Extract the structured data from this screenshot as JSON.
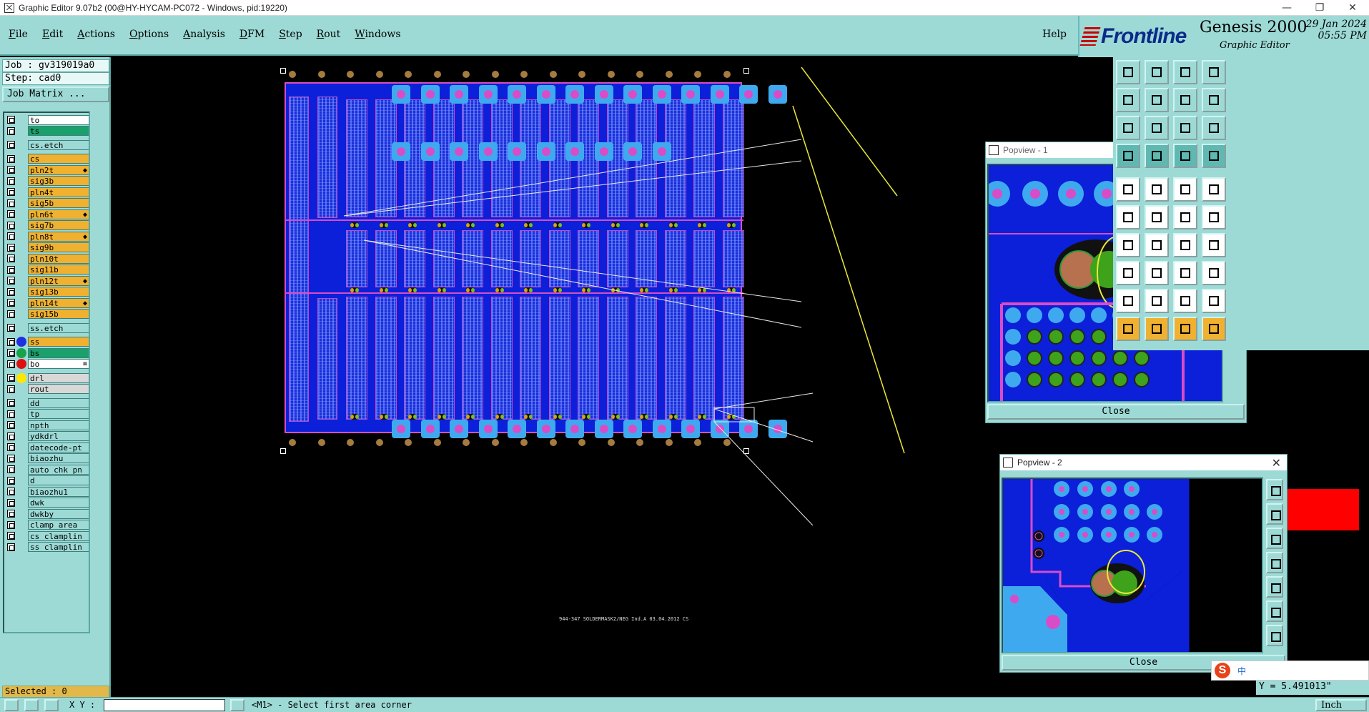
{
  "window": {
    "title": "Graphic Editor 9.07b2 (00@HY-HYCAM-PC072 - Windows, pid:19220)",
    "minimize": "—",
    "restore": "❐",
    "close": "✕"
  },
  "menu": {
    "items": [
      {
        "mn": "F",
        "rest": "ile"
      },
      {
        "mn": "E",
        "rest": "dit"
      },
      {
        "mn": "A",
        "rest": "ctions"
      },
      {
        "mn": "O",
        "rest": "ptions"
      },
      {
        "mn": "A",
        "rest": "nalysis"
      },
      {
        "mn": "D",
        "rest": "FM"
      },
      {
        "mn": "S",
        "rest": "tep"
      },
      {
        "mn": "R",
        "rest": "out"
      },
      {
        "mn": "W",
        "rest": "indows"
      }
    ],
    "help": "Help"
  },
  "brand": {
    "logo": "Frontline",
    "product": "Genesis 2000",
    "subtitle": "Graphic Editor",
    "date": "29 Jan 2024",
    "time": "05:55 PM"
  },
  "job": {
    "job_label": "Job : gv319019a0",
    "step_label": "Step: cad0",
    "matrix_button": "Job Matrix ..."
  },
  "layers": [
    {
      "name": "to",
      "bg": "#ffffff",
      "dot": "",
      "flag": ""
    },
    {
      "name": "ts",
      "bg": "#1aa06a",
      "dot": "",
      "flag": ""
    },
    {
      "name": "cs.etch",
      "bg": "#9ddad6",
      "dot": "",
      "flag": "",
      "gap": true
    },
    {
      "name": "cs",
      "bg": "#f0b030",
      "dot": "",
      "flag": "",
      "gap": true
    },
    {
      "name": "pln2t",
      "bg": "#f0b030",
      "dot": "",
      "flag": "◆"
    },
    {
      "name": "sig3b",
      "bg": "#f0b030",
      "dot": "",
      "flag": ""
    },
    {
      "name": "pln4t",
      "bg": "#f0b030",
      "dot": "",
      "flag": ""
    },
    {
      "name": "sig5b",
      "bg": "#f0b030",
      "dot": "",
      "flag": ""
    },
    {
      "name": "pln6t",
      "bg": "#f0b030",
      "dot": "",
      "flag": "◆"
    },
    {
      "name": "sig7b",
      "bg": "#f0b030",
      "dot": "",
      "flag": ""
    },
    {
      "name": "pln8t",
      "bg": "#f0b030",
      "dot": "",
      "flag": "◆"
    },
    {
      "name": "sig9b",
      "bg": "#f0b030",
      "dot": "",
      "flag": ""
    },
    {
      "name": "pln10t",
      "bg": "#f0b030",
      "dot": "",
      "flag": ""
    },
    {
      "name": "sig11b",
      "bg": "#f0b030",
      "dot": "",
      "flag": ""
    },
    {
      "name": "pln12t",
      "bg": "#f0b030",
      "dot": "",
      "flag": "◆"
    },
    {
      "name": "sig13b",
      "bg": "#f0b030",
      "dot": "",
      "flag": ""
    },
    {
      "name": "pln14t",
      "bg": "#f0b030",
      "dot": "",
      "flag": "◆"
    },
    {
      "name": "sig15b",
      "bg": "#f0b030",
      "dot": "",
      "flag": ""
    },
    {
      "name": "ss.etch",
      "bg": "#9ddad6",
      "dot": "",
      "flag": "",
      "gap": true
    },
    {
      "name": "ss",
      "bg": "#f0b030",
      "dot": "#1e30e0",
      "flag": "",
      "gap": true
    },
    {
      "name": "bs",
      "bg": "#1aa06a",
      "dot": "#17a34a",
      "flag": ""
    },
    {
      "name": "bo",
      "bg": "#ffffff",
      "dot": "#e01010",
      "flag": "≡"
    },
    {
      "name": "drl",
      "bg": "#d8d8d8",
      "dot": "#ffe600",
      "flag": "",
      "gap": true
    },
    {
      "name": "rout",
      "bg": "#d8d8d8",
      "dot": "",
      "flag": ""
    },
    {
      "name": "dd",
      "bg": "#9ddad6",
      "dot": "",
      "flag": "",
      "gap": true
    },
    {
      "name": "tp",
      "bg": "#9ddad6",
      "dot": "",
      "flag": ""
    },
    {
      "name": "npth",
      "bg": "#9ddad6",
      "dot": "",
      "flag": ""
    },
    {
      "name": "ydkdrl",
      "bg": "#9ddad6",
      "dot": "",
      "flag": ""
    },
    {
      "name": "datecode-pt",
      "bg": "#9ddad6",
      "dot": "",
      "flag": ""
    },
    {
      "name": "biaozhu",
      "bg": "#9ddad6",
      "dot": "",
      "flag": ""
    },
    {
      "name": "auto_chk_pn",
      "bg": "#9ddad6",
      "dot": "",
      "flag": ""
    },
    {
      "name": "d",
      "bg": "#9ddad6",
      "dot": "",
      "flag": ""
    },
    {
      "name": "biaozhu1",
      "bg": "#9ddad6",
      "dot": "",
      "flag": ""
    },
    {
      "name": "dwk",
      "bg": "#9ddad6",
      "dot": "",
      "flag": ""
    },
    {
      "name": "dwkby",
      "bg": "#9ddad6",
      "dot": "",
      "flag": ""
    },
    {
      "name": "clamp_area",
      "bg": "#9ddad6",
      "dot": "",
      "flag": ""
    },
    {
      "name": "cs_clamplin",
      "bg": "#9ddad6",
      "dot": "",
      "flag": ""
    },
    {
      "name": "ss_clamplin",
      "bg": "#9ddad6",
      "dot": "",
      "flag": ""
    }
  ],
  "selected": "Selected : 0",
  "board_caption": "944-347 SOLDERMASK2/NEG Ind.A  03.04.2012 CS",
  "popview1": {
    "title": "Popview - 1",
    "close": "Close",
    "close_glyph": "✕"
  },
  "popview2": {
    "title": "Popview - 2",
    "close": "Close",
    "close_glyph": "✕"
  },
  "status": {
    "xy_label": "X Y :",
    "xy_value": "",
    "prompt": "<M1> - Select first area corner",
    "y_coord": "Y = 5.491013\"",
    "units": "Inch",
    "ime_char": "中",
    "ime_s": "S"
  }
}
